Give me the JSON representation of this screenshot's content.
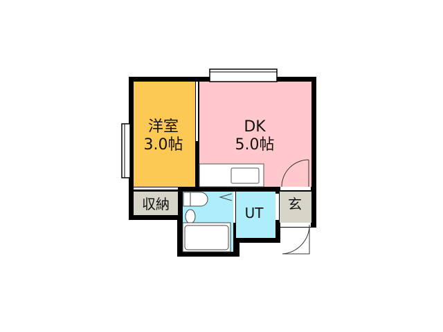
{
  "rooms": {
    "western_room": {
      "name": "洋室",
      "size": "3.0帖",
      "color": "#fcc955"
    },
    "dk": {
      "name": "DK",
      "size": "5.0帖",
      "color": "#ffc9cc"
    },
    "storage": {
      "name": "収納",
      "color": "#d7d5c8"
    },
    "bath_toilet": {
      "color": "#aeeefb"
    },
    "ut": {
      "name": "UT",
      "color": "#aeeefb"
    },
    "entrance": {
      "name": "玄",
      "color": "#d7d5c8"
    }
  },
  "colors": {
    "wall": "#000000"
  }
}
